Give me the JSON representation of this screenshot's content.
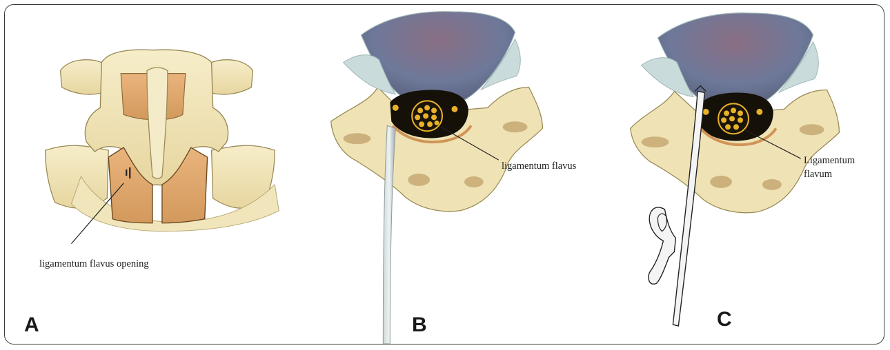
{
  "panels": [
    {
      "letter": "A",
      "caption": "ligamentum flavus opening"
    },
    {
      "letter": "B",
      "caption": "ligamentum flavus"
    },
    {
      "letter": "C",
      "caption_line1": "Ligamentum",
      "caption_line2": "flavum"
    }
  ],
  "colors": {
    "bone": "#efe3b6",
    "bone_outline": "#9a8a55",
    "ligament": "#d9a672",
    "dura_top": "#6e7899",
    "dura_edge": "#bfd3d3",
    "canal": "#151108",
    "nerve": "#e8b12a",
    "frame": "#3a3a3a"
  }
}
